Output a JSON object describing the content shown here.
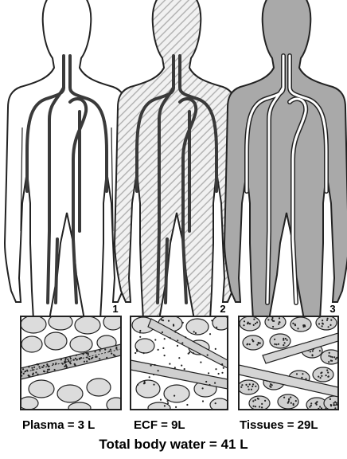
{
  "panels": [
    {
      "number": "1",
      "caption": "Plasma = 3 L"
    },
    {
      "number": "2",
      "caption": "ECF = 9L"
    },
    {
      "number": "3",
      "caption": "Tissues = 29L"
    }
  ],
  "total": "Total body water = 41 L",
  "colors": {
    "outline": "#222222",
    "hatch": "#b4b4b4",
    "tissue_fill": "#a9a9a9",
    "cell_fill": "#dcdcdc"
  }
}
